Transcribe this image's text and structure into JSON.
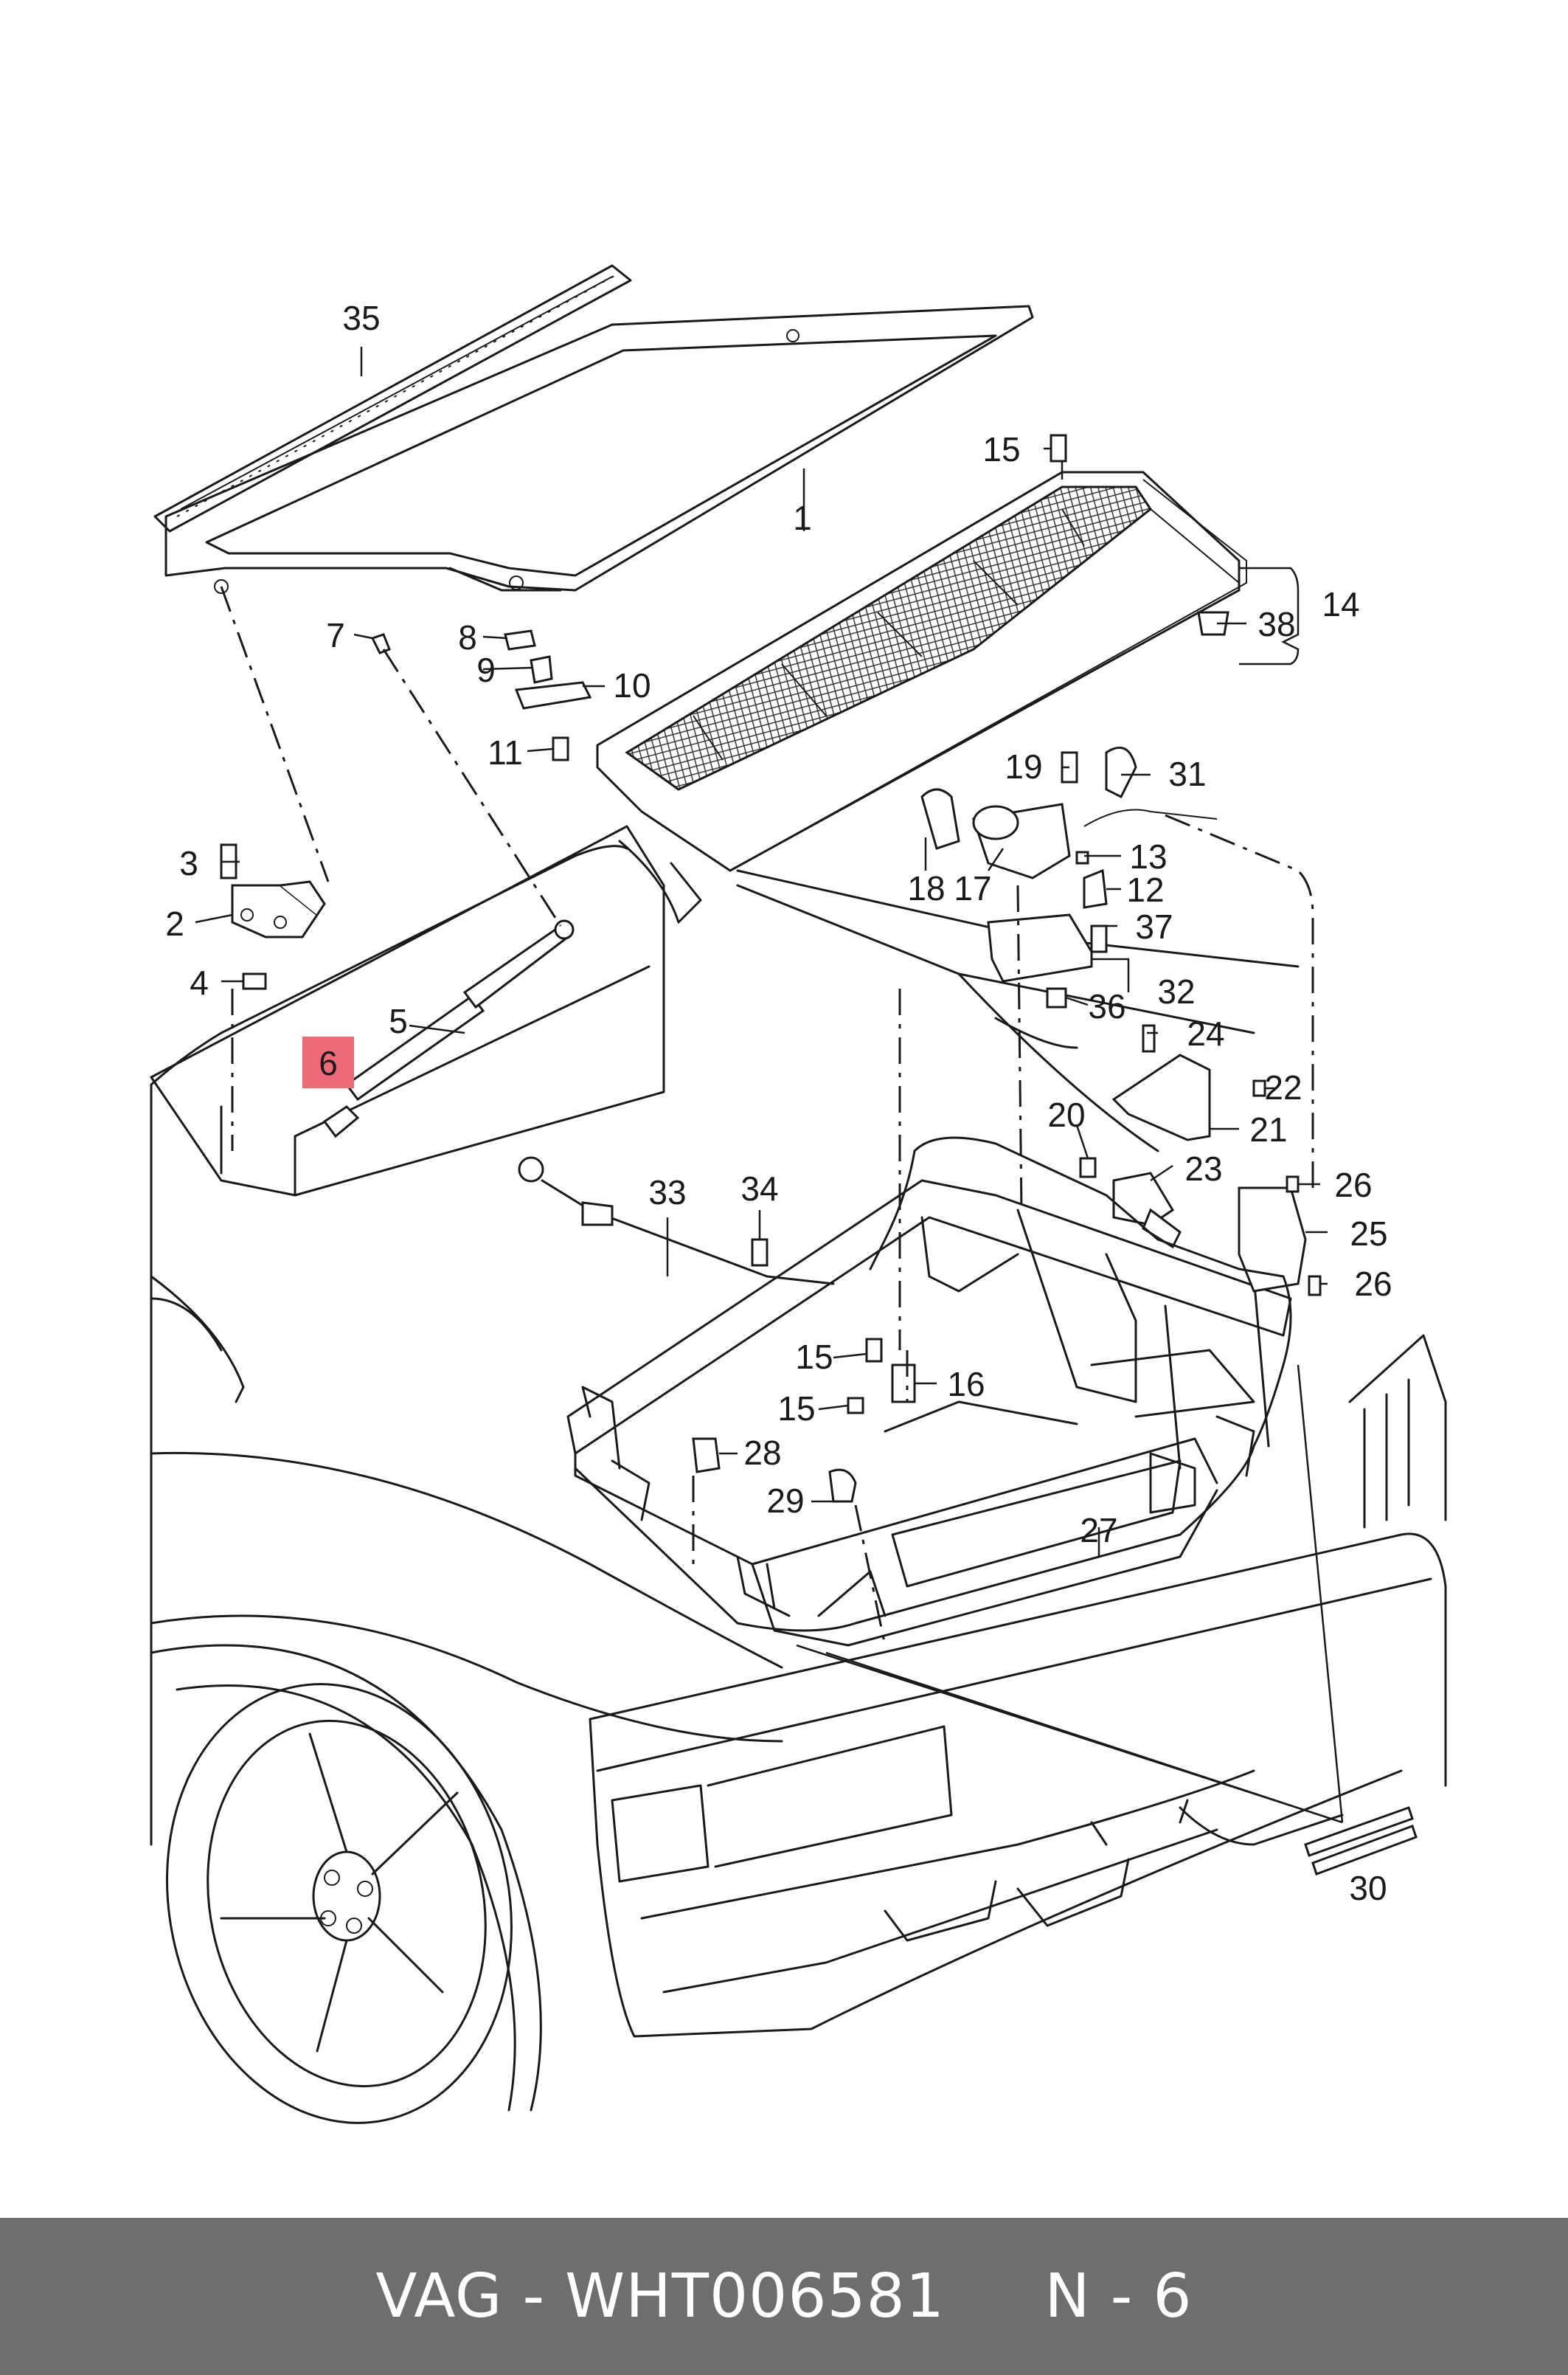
{
  "diagram": {
    "callouts": [
      {
        "id": "35",
        "text": "35"
      },
      {
        "id": "1",
        "text": "1"
      },
      {
        "id": "15a",
        "text": "15"
      },
      {
        "id": "14",
        "text": "14"
      },
      {
        "id": "38",
        "text": "38"
      },
      {
        "id": "7",
        "text": "7"
      },
      {
        "id": "8",
        "text": "8"
      },
      {
        "id": "9",
        "text": "9"
      },
      {
        "id": "10",
        "text": "10"
      },
      {
        "id": "11",
        "text": "11"
      },
      {
        "id": "19",
        "text": "19"
      },
      {
        "id": "31",
        "text": "31"
      },
      {
        "id": "13",
        "text": "13"
      },
      {
        "id": "12",
        "text": "12"
      },
      {
        "id": "18",
        "text": "18"
      },
      {
        "id": "17",
        "text": "17"
      },
      {
        "id": "37",
        "text": "37"
      },
      {
        "id": "32",
        "text": "32"
      },
      {
        "id": "36",
        "text": "36"
      },
      {
        "id": "3",
        "text": "3"
      },
      {
        "id": "2",
        "text": "2"
      },
      {
        "id": "4",
        "text": "4"
      },
      {
        "id": "5",
        "text": "5"
      },
      {
        "id": "6",
        "text": "6"
      },
      {
        "id": "24",
        "text": "24"
      },
      {
        "id": "22",
        "text": "22"
      },
      {
        "id": "21",
        "text": "21"
      },
      {
        "id": "20",
        "text": "20"
      },
      {
        "id": "23",
        "text": "23"
      },
      {
        "id": "33",
        "text": "33"
      },
      {
        "id": "34",
        "text": "34"
      },
      {
        "id": "26a",
        "text": "26"
      },
      {
        "id": "25",
        "text": "25"
      },
      {
        "id": "26b",
        "text": "26"
      },
      {
        "id": "15b",
        "text": "15"
      },
      {
        "id": "16",
        "text": "16"
      },
      {
        "id": "15c",
        "text": "15"
      },
      {
        "id": "28",
        "text": "28"
      },
      {
        "id": "29",
        "text": "29"
      },
      {
        "id": "27",
        "text": "27"
      },
      {
        "id": "30",
        "text": "30"
      }
    ],
    "highlighted_callout": "6",
    "highlight_color": "#ee6a78"
  },
  "footer": {
    "brand": "VAG",
    "separator": " - ",
    "part_number": "WHT006581",
    "gap": "     ",
    "position": "N - 6",
    "background": "#6e6e70"
  }
}
